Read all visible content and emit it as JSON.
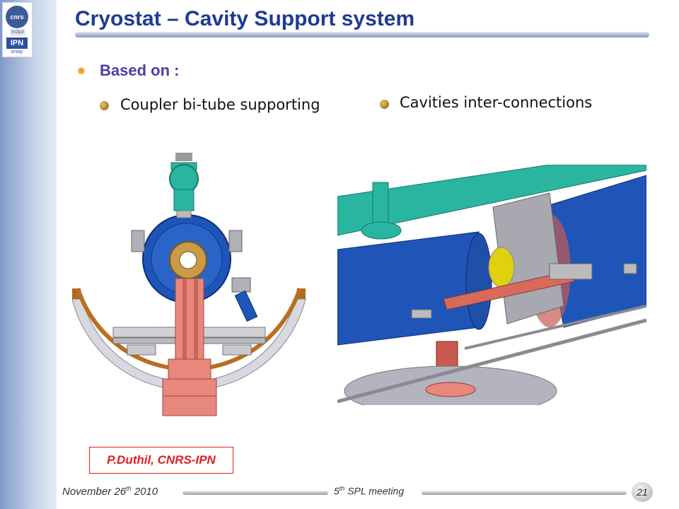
{
  "slide": {
    "title": "Cryostat – Cavity Support system",
    "bullet_main": "Based on :",
    "bullet_sub_1": "Coupler bi-tube supporting",
    "bullet_sub_2": "Cavities inter-connections",
    "credit": "P.Duthil, CNRS-IPN"
  },
  "logos": {
    "cnrs": "cnrs",
    "in2p3": "in2p3",
    "ipn": "IPN",
    "orsay": "orsay"
  },
  "footer": {
    "date_prefix": "November 26",
    "date_sup": "th",
    "date_suffix": " 2010",
    "meeting_prefix": "5",
    "meeting_sup": "th",
    "meeting_suffix": " SPL meeting",
    "page": "21"
  },
  "colors": {
    "title": "#1f3a93",
    "bullet_main": "#4a3fa8",
    "credit": "#e02020",
    "accent": "#f0a020"
  },
  "icons": {
    "main_bullet": "sun-bullet-icon",
    "sub_bullet": "gold-dot-icon"
  }
}
